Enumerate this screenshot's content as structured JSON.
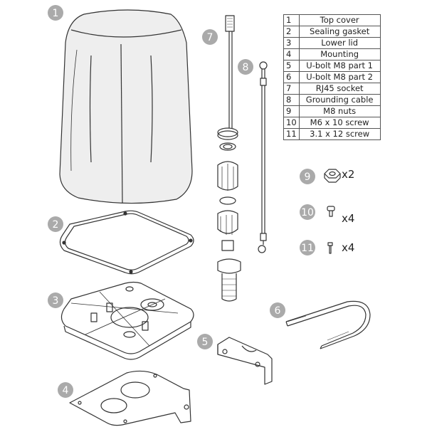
{
  "parts": [
    {
      "no": "1",
      "name": "Top cover"
    },
    {
      "no": "2",
      "name": "Sealing gasket"
    },
    {
      "no": "3",
      "name": "Lower lid"
    },
    {
      "no": "4",
      "name": "Mounting"
    },
    {
      "no": "5",
      "name": "U-bolt M8 part 1"
    },
    {
      "no": "6",
      "name": "U-bolt M8 part 2"
    },
    {
      "no": "7",
      "name": "RJ45 socket"
    },
    {
      "no": "8",
      "name": "Grounding cable"
    },
    {
      "no": "9",
      "name": "M8 nuts"
    },
    {
      "no": "10",
      "name": "M6 x 10 screw"
    },
    {
      "no": "11",
      "name": "3.1 x 12 screw"
    }
  ],
  "callouts": [
    "1",
    "2",
    "3",
    "4",
    "5",
    "6",
    "7",
    "8",
    "9",
    "10",
    "11"
  ],
  "quantities": {
    "nuts": "x2",
    "m6_screw": "x4",
    "small_screw": "x4"
  },
  "colors": {
    "badge": "#aaaaaa",
    "line": "#333333",
    "cover_fill": "#eeeeee"
  }
}
